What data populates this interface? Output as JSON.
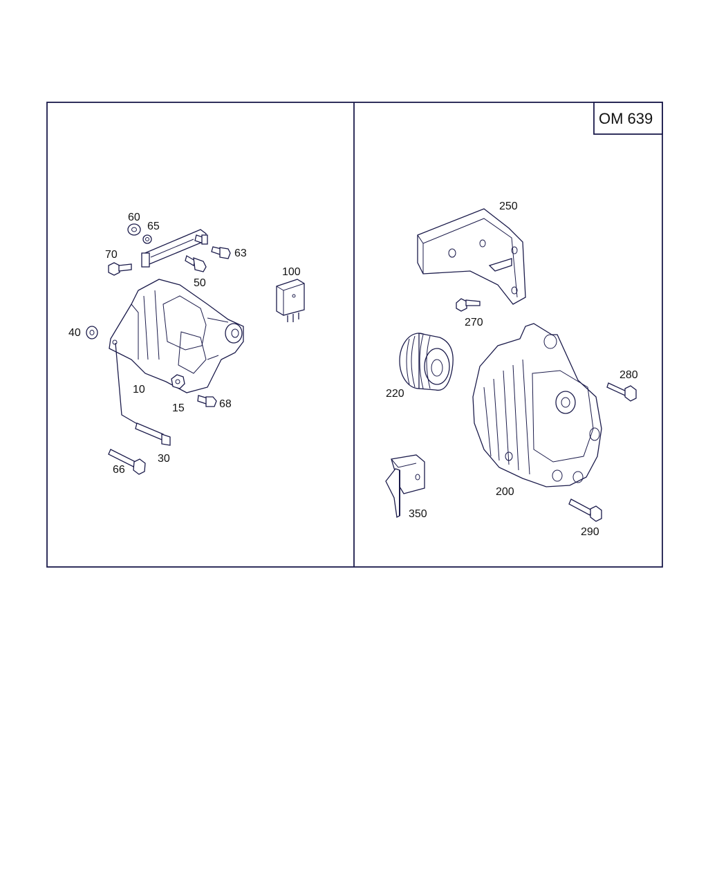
{
  "engine_tag": "OM 639",
  "callouts": {
    "c60": "60",
    "c65": "65",
    "c70": "70",
    "c63": "63",
    "c50": "50",
    "c100": "100",
    "c40": "40",
    "c10": "10",
    "c15": "15",
    "c68": "68",
    "c30": "30",
    "c66": "66",
    "c250": "250",
    "c270": "270",
    "c220": "220",
    "c280": "280",
    "c200": "200",
    "c350": "350",
    "c290": "290"
  },
  "colors": {
    "frame": "#1a1a4a",
    "ink": "#111111"
  }
}
